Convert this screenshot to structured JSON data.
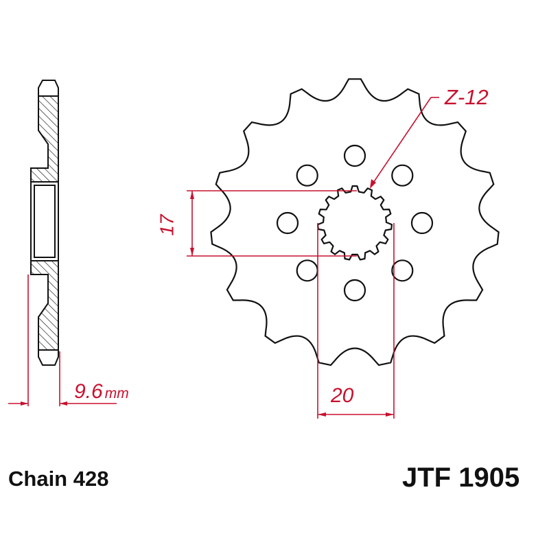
{
  "drawing": {
    "title": "Front sprocket technical drawing",
    "part_number": "JTF 1905",
    "chain_label": "Chain 428",
    "teeth_count_label": "Z-12",
    "width_dim_value": "9.6",
    "width_dim_unit": "mm",
    "spline_height_dim": "17",
    "spline_width_dim": "20",
    "sprocket_teeth": 15,
    "bolt_holes": 8,
    "spline_teeth": 12
  },
  "colors": {
    "line": "#111111",
    "dimension": "#c8102e",
    "background": "#ffffff"
  }
}
